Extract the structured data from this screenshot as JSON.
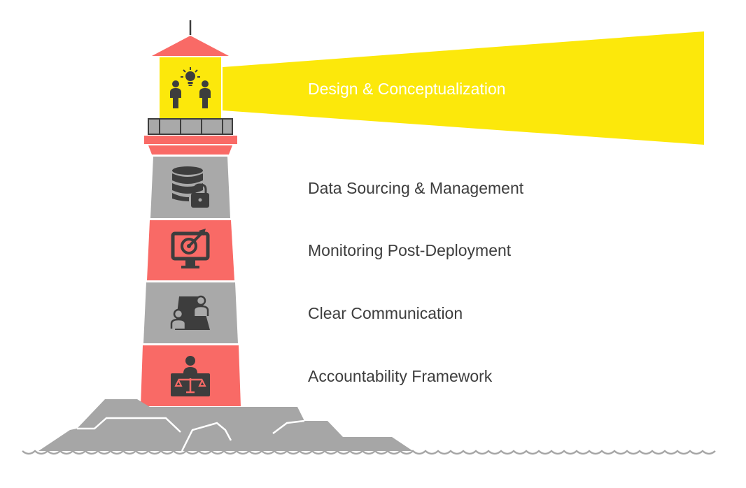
{
  "diagram": {
    "layers": [
      {
        "label": "Design & Conceptualization",
        "icon": "idea-collaboration-icon"
      },
      {
        "label": "Data Sourcing & Management",
        "icon": "database-lock-icon"
      },
      {
        "label": "Monitoring Post-Deployment",
        "icon": "monitor-target-icon"
      },
      {
        "label": "Clear Communication",
        "icon": "people-communication-icon"
      },
      {
        "label": "Accountability Framework",
        "icon": "justice-scale-icon"
      }
    ]
  },
  "colors": {
    "coral": "#f96a66",
    "gray": "#a9a9a9",
    "yellow": "#fce80b",
    "dark": "#3d3d3d",
    "rock": "#a6a6a6",
    "white": "#ffffff"
  }
}
